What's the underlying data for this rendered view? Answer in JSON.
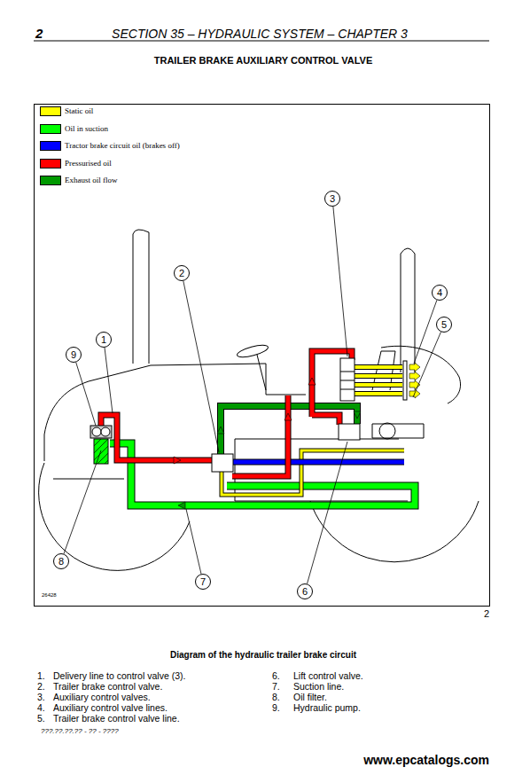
{
  "diagram": {
    "title": "TRAILER BRAKE AUXILIARY CONTROL VALVE",
    "caption": "Diagram of the hydraulic trailer brake circuit",
    "nodes": [
      {
        "text": [
          "1"
        ]
      },
      {
        "text": [
          "2"
        ]
      },
      {
        "text": [
          "3"
        ]
      },
      {
        "text": [
          "4"
        ]
      },
      {
        "text": [
          "5"
        ]
      },
      {
        "text": [
          "6"
        ]
      },
      {
        "text": [
          "7"
        ]
      },
      {
        "text": [
          "8"
        ]
      },
      {
        "text": [
          "9"
        ]
      }
    ],
    "labels": [
      "2",
      "SECTION 35 – HYDRAULIC SYSTEM – CHAPTER 3",
      "26428",
      "2",
      "1.",
      "Delivery line to control valve (3).",
      "2.",
      "Trailer brake control valve.",
      "3.",
      "Auxiliary control valves.",
      "4.",
      "Auxiliary control valve lines.",
      "5.",
      "Trailer brake control valve line.",
      "6.",
      "Lift control valve.",
      "7.",
      "Suction line.",
      "8.",
      "Oil filter.",
      "9.",
      "Hydraulic pump.",
      "???.??.??.?? - ?? - ????",
      "www.epcatalogs.com"
    ],
    "legend": [
      {
        "text": "Static oil",
        "color": "#ffff00"
      },
      {
        "text": "Oil in suction",
        "color": "#00ff00"
      },
      {
        "text": "Tractor brake circuit oil (brakes off)",
        "color": "#0000ff"
      },
      {
        "text": "Pressurised oil",
        "color": "#ff0000"
      },
      {
        "text": "Exhaust oil flow",
        "color": "#009900"
      }
    ]
  }
}
